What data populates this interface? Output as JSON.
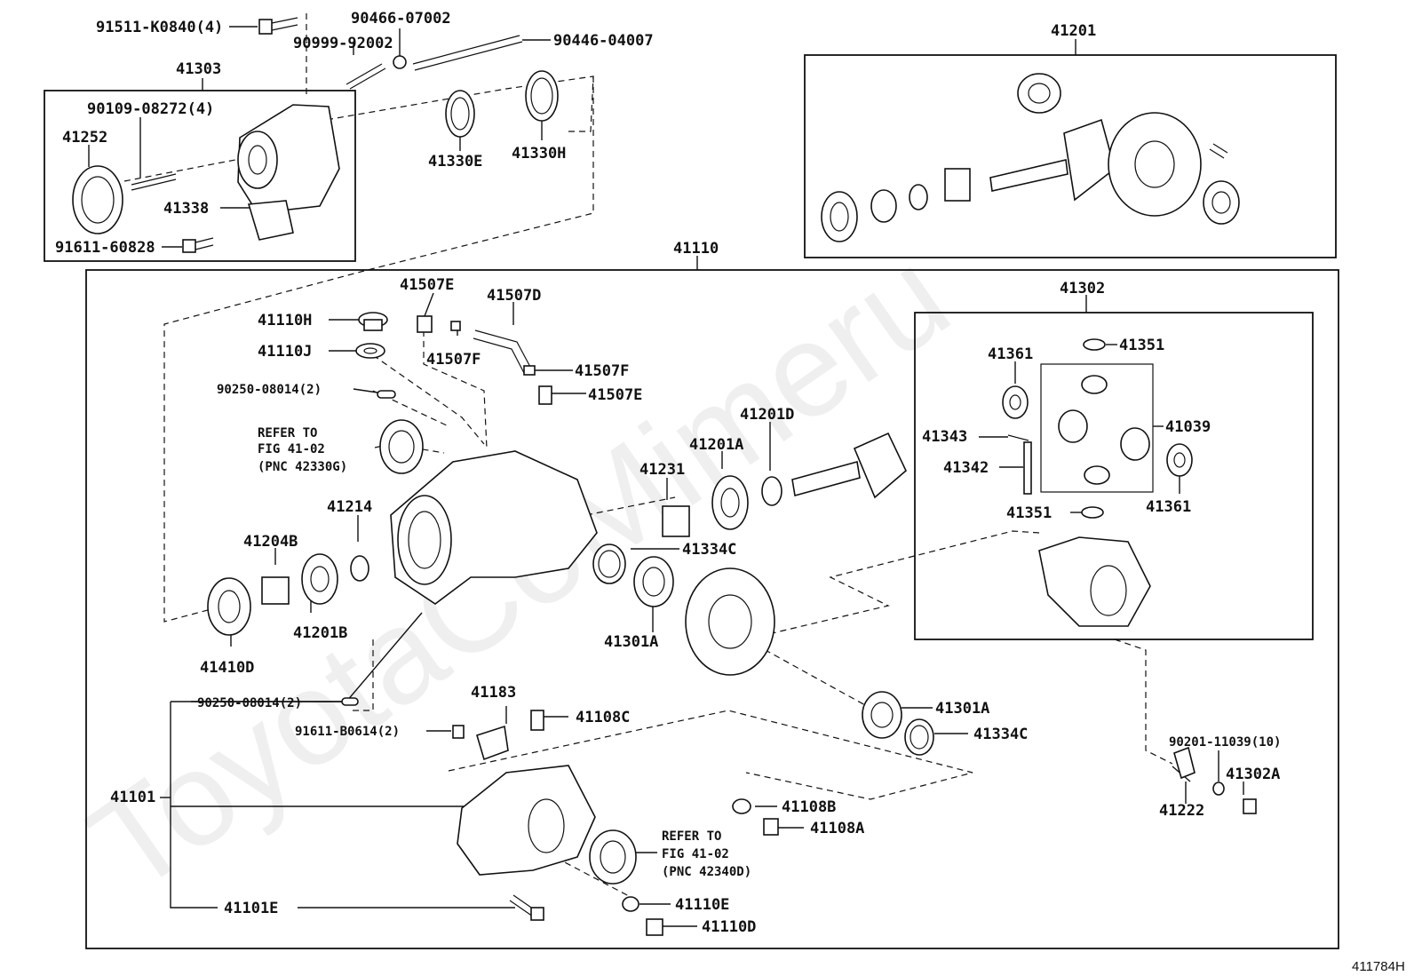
{
  "watermark": "ToyotaCoMimeru",
  "figure_id": "411784H",
  "labels": {
    "p91511": "91511-K0840(4)",
    "p90466": "90466-07002",
    "p90999": "90999-92002",
    "p90446": "90446-04007",
    "p41303": "41303",
    "p90109": "90109-08272(4)",
    "p41252": "41252",
    "p41330E": "41330E",
    "p41330H": "41330H",
    "p41338": "41338",
    "p91611a": "91611-60828",
    "p41201": "41201",
    "p41110": "41110",
    "p41507E_top": "41507E",
    "p41507D": "41507D",
    "p41110H": "41110H",
    "p41110J": "41110J",
    "p41507F_left": "41507F",
    "p41507F_right": "41507F",
    "p41507E_right": "41507E",
    "p90250a": "90250-08014(2)",
    "refer1_a": "REFER TO",
    "refer1_b": "FIG 41-02",
    "refer1_c": "(PNC 42330G)",
    "p41214": "41214",
    "p41204B": "41204B",
    "p41201B": "41201B",
    "p41410D": "41410D",
    "p41231": "41231",
    "p41201A": "41201A",
    "p41201D": "41201D",
    "p41334C_a": "41334C",
    "p41301A_a": "41301A",
    "p41302": "41302",
    "p41351_top": "41351",
    "p41361_left": "41361",
    "p41039": "41039",
    "p41343": "41343",
    "p41342": "41342",
    "p41351_bot": "41351",
    "p41361_right": "41361",
    "p90250b": "90250-08014(2)",
    "p41183": "41183",
    "p91611b": "91611-B0614(2)",
    "p41108C": "41108C",
    "p41301A_b": "41301A",
    "p41334C_b": "41334C",
    "p90201": "90201-11039(10)",
    "p41302A": "41302A",
    "p41222": "41222",
    "p41101": "41101",
    "p41108B": "41108B",
    "p41108A": "41108A",
    "refer2_a": "REFER TO",
    "refer2_b": "FIG 41-02",
    "refer2_c": "(PNC 42340D)",
    "p41101E": "41101E",
    "p41110E": "41110E",
    "p41110D": "41110D"
  }
}
